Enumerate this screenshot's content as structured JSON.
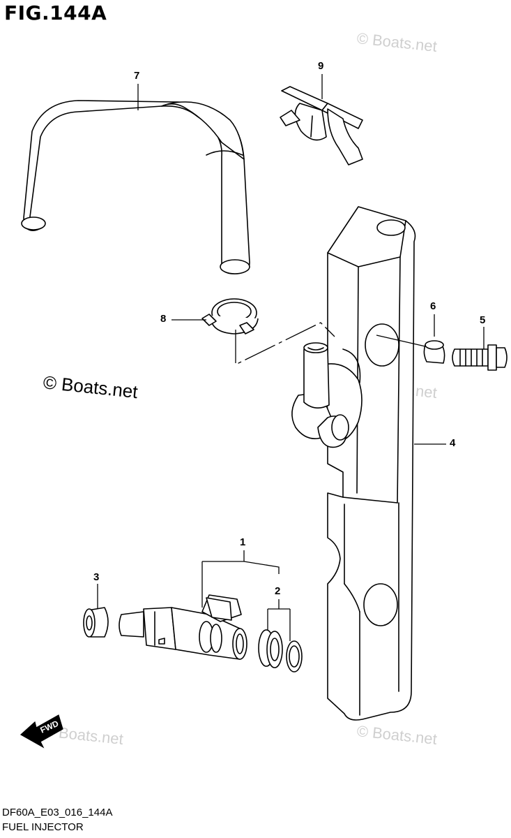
{
  "diagram": {
    "figure_title": "FIG.144A",
    "model_code": "DF60A_E03_016_144A",
    "section_name": "FUEL INJECTOR",
    "watermarks": [
      "© Boats.net",
      "© Boats.net",
      "© Boats.net",
      "© Boats.net"
    ],
    "main_watermark": "© Boats.net",
    "fwd_label": "FWD",
    "callouts": {
      "c1": "1",
      "c2": "2",
      "c3": "3",
      "c4": "4",
      "c5": "5",
      "c6": "6",
      "c7": "7",
      "c8": "8",
      "c9": "9"
    },
    "parts": [
      {
        "ref": "1",
        "part": "fuel-injector"
      },
      {
        "ref": "2",
        "part": "o-ring-pair"
      },
      {
        "ref": "3",
        "part": "injector-cushion"
      },
      {
        "ref": "4",
        "part": "fuel-delivery-pipe"
      },
      {
        "ref": "5",
        "part": "flange-bolt"
      },
      {
        "ref": "6",
        "part": "spacer-collar"
      },
      {
        "ref": "7",
        "part": "fuel-hose"
      },
      {
        "ref": "8",
        "part": "hose-clip"
      },
      {
        "ref": "9",
        "part": "hose-clamp"
      }
    ],
    "colors": {
      "line": "#000000",
      "watermark": "#cfcfcf",
      "background": "#ffffff"
    }
  }
}
